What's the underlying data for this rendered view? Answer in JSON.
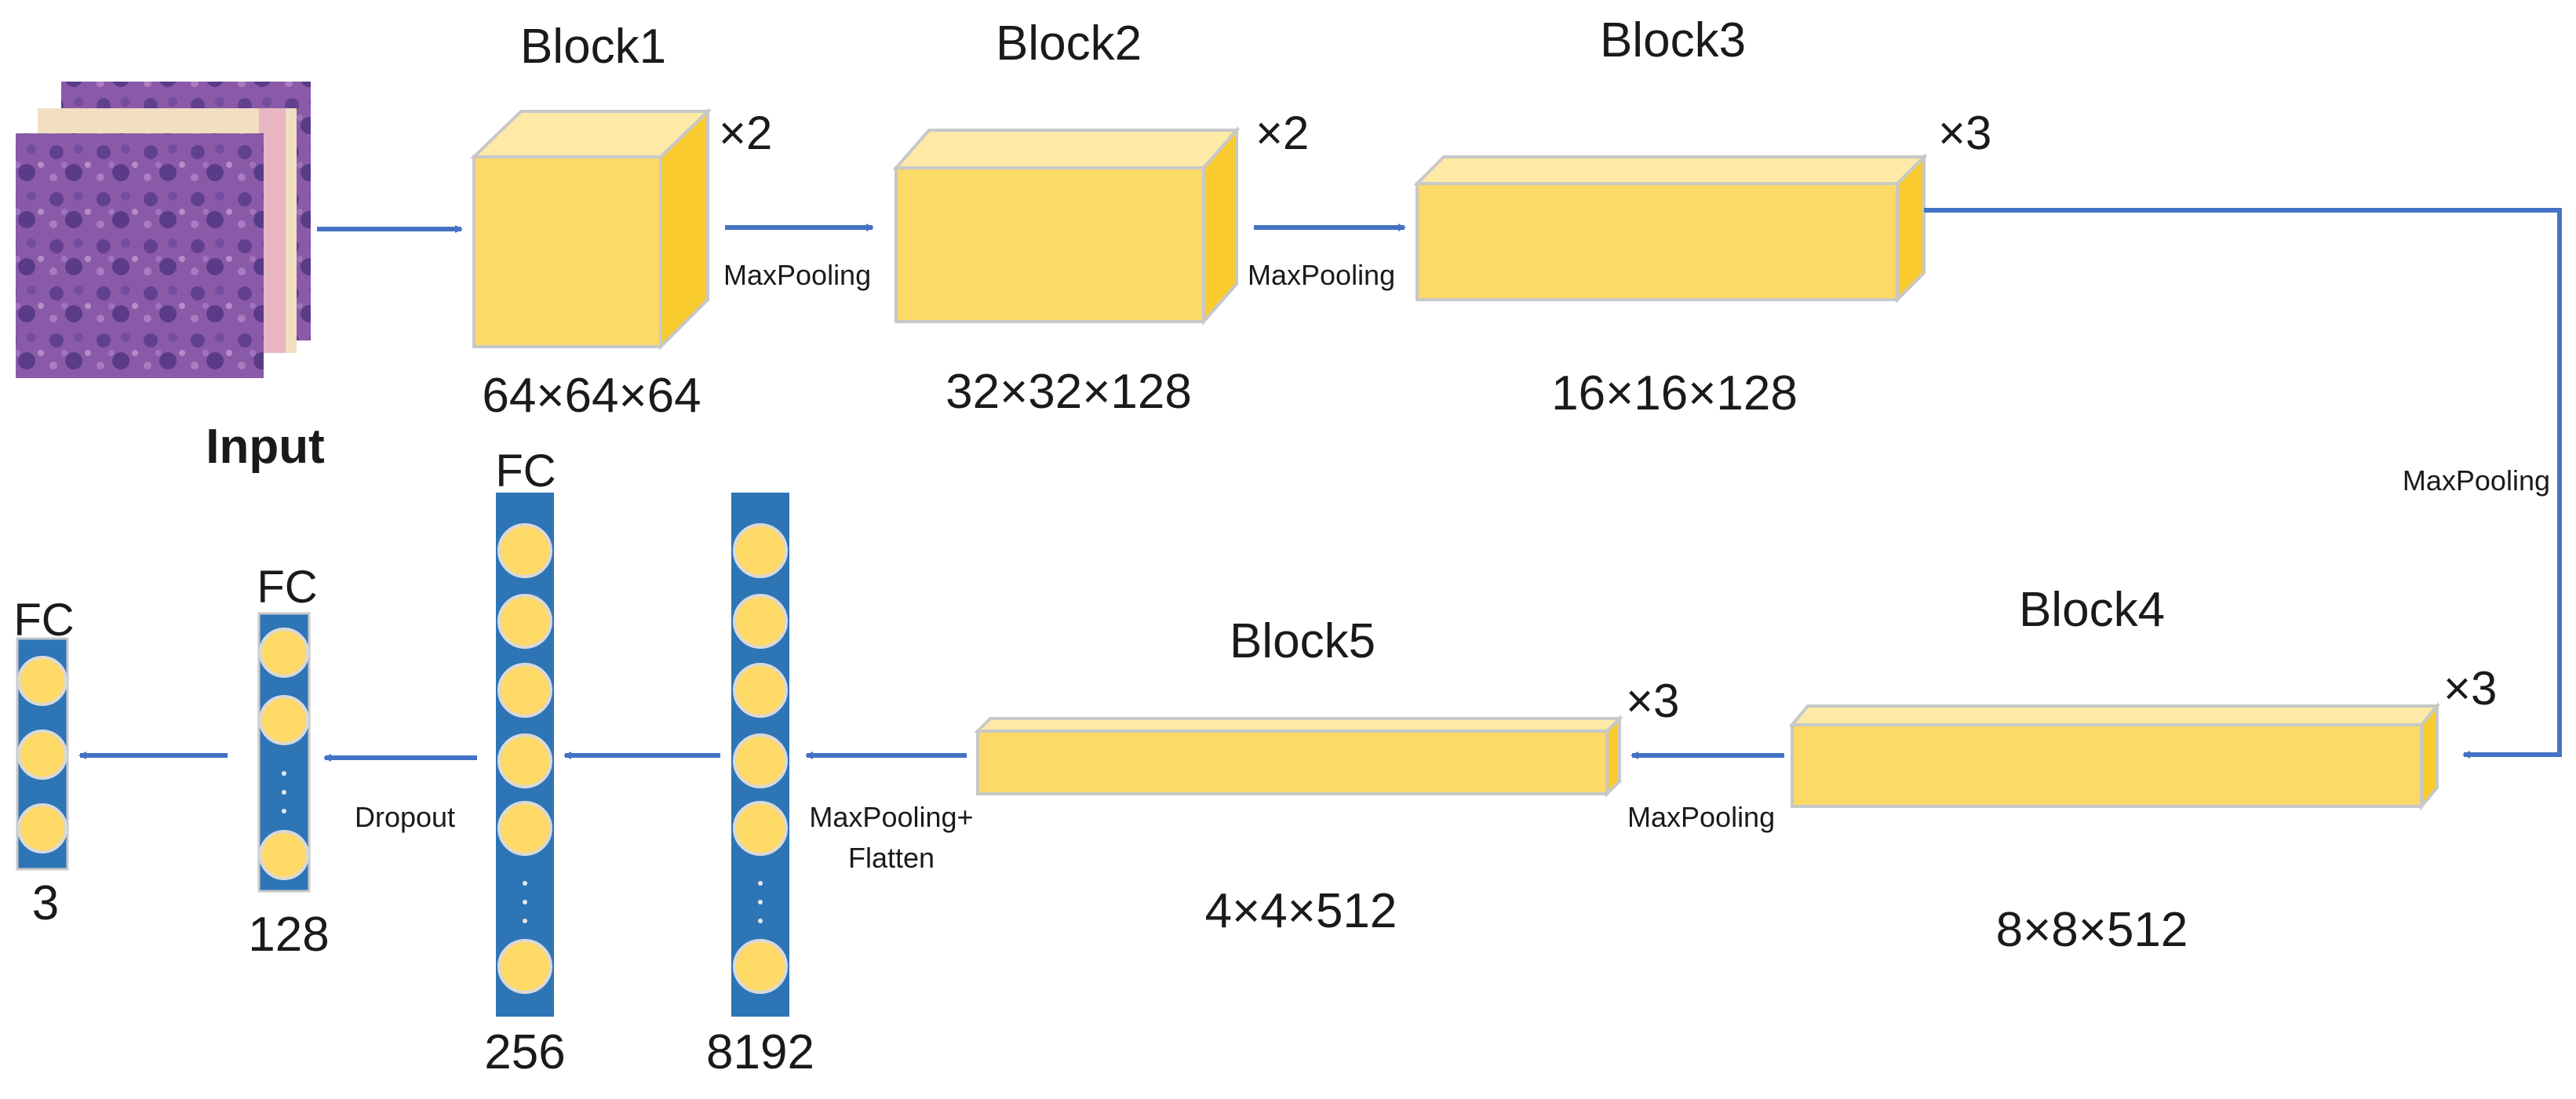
{
  "input": {
    "label": "Input"
  },
  "blocks": [
    {
      "id": "block1",
      "name": "Block1",
      "repeat": "×2",
      "dims": "64×64×64"
    },
    {
      "id": "block2",
      "name": "Block2",
      "repeat": "×2",
      "dims": "32×32×128"
    },
    {
      "id": "block3",
      "name": "Block3",
      "repeat": "×3",
      "dims": "16×16×128"
    },
    {
      "id": "block4",
      "name": "Block4",
      "repeat": "×3",
      "dims": "8×8×512"
    },
    {
      "id": "block5",
      "name": "Block5",
      "repeat": "×3",
      "dims": "4×4×512"
    }
  ],
  "edges": {
    "block1_to_block2": "MaxPooling",
    "block2_to_block3": "MaxPooling",
    "block3_to_block4": "MaxPooling",
    "block4_to_block5": "MaxPooling",
    "block5_to_flatten_line1": "MaxPooling+",
    "block5_to_flatten_line2": "Flatten",
    "fc256_to_fc128": "Dropout"
  },
  "dense_layers": [
    {
      "id": "flatten",
      "title": "",
      "count": "8192"
    },
    {
      "id": "fc256",
      "title": "FC",
      "count": "256"
    },
    {
      "id": "fc128",
      "title": "FC",
      "count": "128"
    },
    {
      "id": "fc3",
      "title": "FC",
      "count": "3"
    }
  ],
  "colors": {
    "block_front": "#FDD967",
    "block_top": "#FEEAA6",
    "block_side": "#F9CB2E",
    "block_edge": "#C8C8C8",
    "arrow": "#4472C4",
    "layer_bar": "#2E75B6",
    "neuron": "#FFD966",
    "neuron_edge": "#D9D9D9",
    "image_purple": "#8A5AA8",
    "image_pink": "#E8B3C4",
    "image_cream": "#F2DEC0"
  }
}
